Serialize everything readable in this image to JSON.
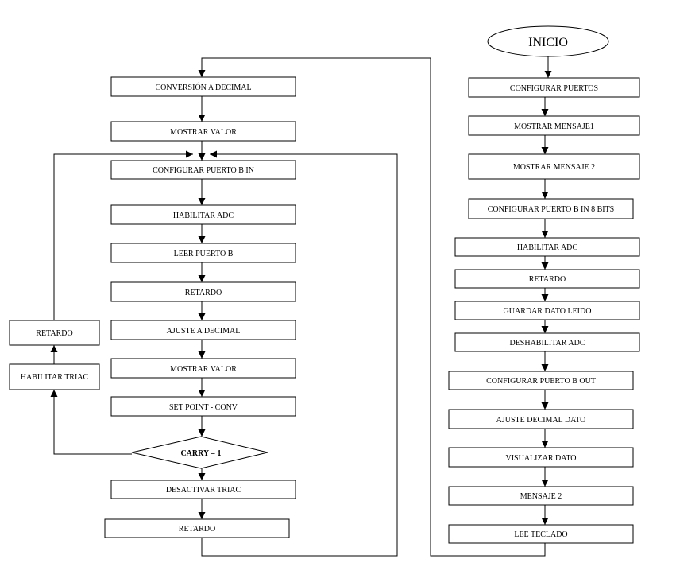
{
  "start": {
    "label": "INICIO"
  },
  "right_column": {
    "steps": [
      "CONFIGURAR PUERTOS",
      "MOSTRAR MENSAJE1",
      "MOSTRAR MENSAJE 2",
      "CONFIGURAR PUERTO B IN 8 BITS",
      "HABILITAR ADC",
      "RETARDO",
      "GUARDAR DATO LEIDO",
      "DESHABILITAR ADC",
      "CONFIGURAR PUERTO B OUT",
      "AJUSTE DECIMAL DATO",
      "VISUALIZAR DATO",
      "MENSAJE 2",
      "LEE TECLADO"
    ]
  },
  "left_column": {
    "steps": [
      "CONVERSIÓN A DECIMAL",
      "MOSTRAR VALOR",
      "CONFIGURAR PUERTO B IN",
      "HABILITAR ADC",
      "LEER PUERTO B",
      "RETARDO",
      "AJUSTE A DECIMAL",
      "MOSTRAR VALOR",
      "SET POINT - CONV"
    ],
    "decision": "CARRY = 1",
    "after_decision": [
      "DESACTIVAR TRIAC",
      "RETARDO"
    ]
  },
  "side_branch": {
    "steps": [
      "HABILITAR TRIAC",
      "RETARDO"
    ]
  }
}
